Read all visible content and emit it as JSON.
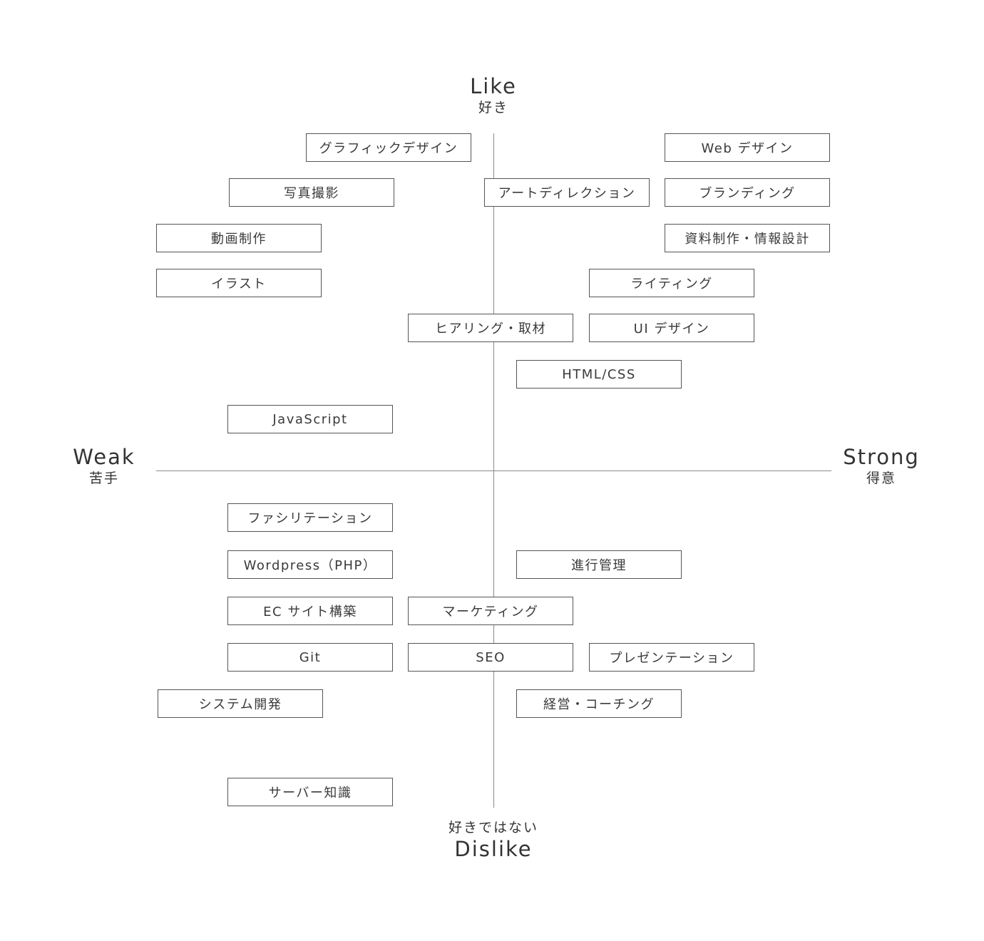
{
  "axes": {
    "top": {
      "en": "Like",
      "ja": "好き"
    },
    "bottom": {
      "en": "Dislike",
      "ja": "好きではない"
    },
    "left": {
      "en": "Weak",
      "ja": "苦手"
    },
    "right": {
      "en": "Strong",
      "ja": "得意"
    }
  },
  "skills": [
    {
      "label": "グラフィックデザイン"
    },
    {
      "label": "Web デザイン"
    },
    {
      "label": "写真撮影"
    },
    {
      "label": "アートディレクション"
    },
    {
      "label": "ブランディング"
    },
    {
      "label": "動画制作"
    },
    {
      "label": "資料制作・情報設計"
    },
    {
      "label": "イラスト"
    },
    {
      "label": "ライティング"
    },
    {
      "label": "ヒアリング・取材"
    },
    {
      "label": "UI デザイン"
    },
    {
      "label": "HTML/CSS"
    },
    {
      "label": "JavaScript"
    },
    {
      "label": "ファシリテーション"
    },
    {
      "label": "Wordpress（PHP）"
    },
    {
      "label": "進行管理"
    },
    {
      "label": "EC サイト構築"
    },
    {
      "label": "マーケティング"
    },
    {
      "label": "Git"
    },
    {
      "label": "SEO"
    },
    {
      "label": "プレゼンテーション"
    },
    {
      "label": "システム開発"
    },
    {
      "label": "経営・コーチング"
    },
    {
      "label": "サーバー知識"
    }
  ]
}
